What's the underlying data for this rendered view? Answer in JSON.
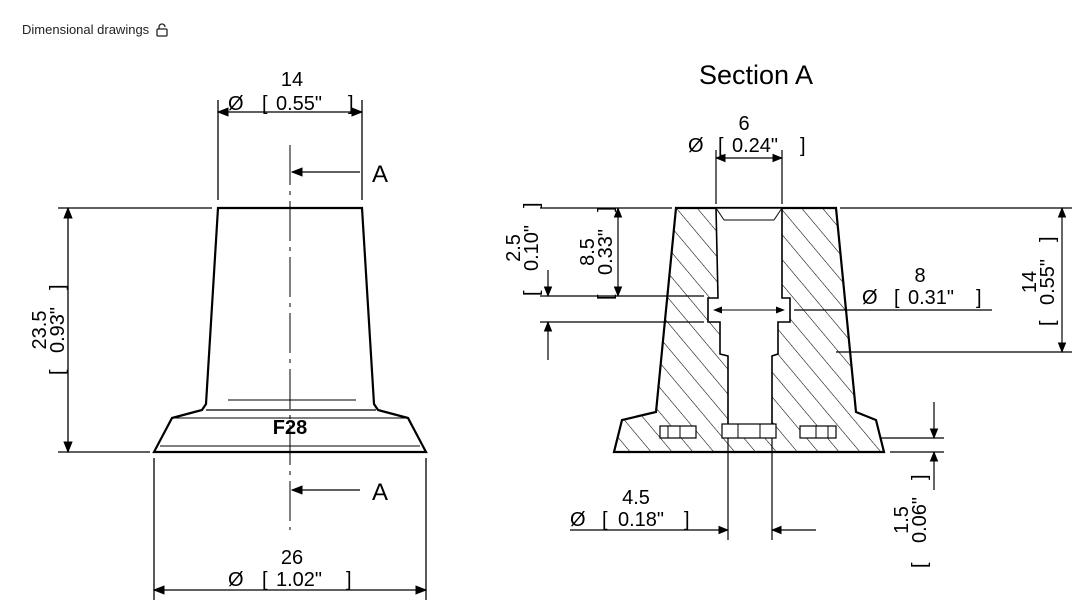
{
  "header": {
    "title": "Dimensional drawings",
    "icon": "lock-icon"
  },
  "section_title": "Section A",
  "section_marker": "A",
  "part_label": "F28",
  "diameter_symbol": "Ø",
  "front_view": {
    "top_diameter": {
      "mm": "14",
      "inch": "0.55\""
    },
    "height": {
      "mm": "23.5",
      "inch": "0.93\""
    },
    "base_diameter": {
      "mm": "26",
      "inch": "1.02\""
    }
  },
  "section_view": {
    "bore_diameter": {
      "mm": "6",
      "inch": "0.24\""
    },
    "top_offset": {
      "mm": "2.5",
      "inch": "0.10\""
    },
    "groove_depth": {
      "mm": "8.5",
      "inch": "0.33\""
    },
    "groove_diameter": {
      "mm": "8",
      "inch": "0.31\""
    },
    "height": {
      "mm": "14",
      "inch": "0.55\""
    },
    "shaft_diameter": {
      "mm": "4.5",
      "inch": "0.18\""
    },
    "base_thickness": {
      "mm": "1.5",
      "inch": "0.06\""
    }
  }
}
